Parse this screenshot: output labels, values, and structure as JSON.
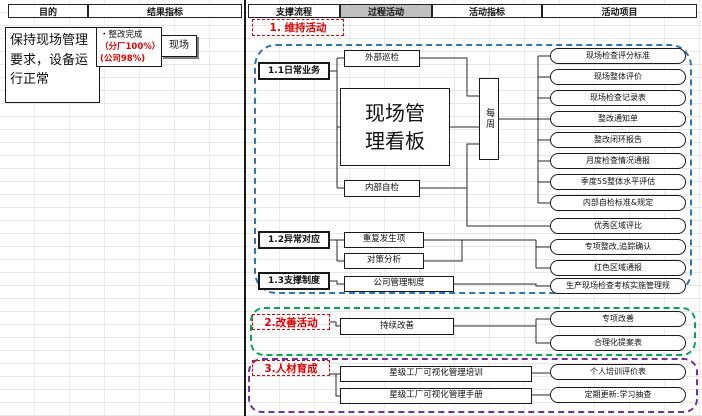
{
  "colors": {
    "accent_red": "#e00000",
    "maintain_outline_blue": "#2e75b6",
    "improve_outline_green": "#00a650",
    "talent_outline_purple": "#7030a0",
    "selected_header_gray": "#bfbfbf"
  },
  "header": {
    "purpose": "目的",
    "result_indicator": "结果指标",
    "support_process": "支撑流程",
    "process_activity": "过程活动",
    "activity_indicator": "活动指标",
    "activity_project": "活动项目"
  },
  "purpose": {
    "text": "保持现场管理要求，设备运行正常"
  },
  "result": {
    "line1": "・整改完成",
    "line2": "（分厂100%）",
    "line3": "(公司98%)",
    "site": "现场"
  },
  "section1": {
    "label": "1. 维持活动",
    "sub1": "1.1日常业务",
    "external": "外部巡检",
    "kanban": "现场管理看板",
    "weekly": "每周",
    "internal": "内部自检",
    "sub2": "1.2异常对应",
    "repeat": "重复发生项",
    "counter": "对策分析",
    "sub3": "1.3支撑制度",
    "company": "公司管理制度",
    "items": [
      "现场检查评分标准",
      "现场整体评价",
      "现场检查记录表",
      "整改通知单",
      "整改闭环报告",
      "月度检查情况通报",
      "季度5S整体水平评估",
      "内部自检标准&规定",
      "优秀区域评比",
      "专项整改,追踪确认",
      "红色区域通报",
      "生产现场检查考核实施管理规"
    ]
  },
  "section2": {
    "label": "2.改善活动",
    "continuous": "持续改善",
    "items": [
      "专项改善",
      "合理化提案表"
    ]
  },
  "section3": {
    "label": "3.人材育成",
    "training": "星级工厂可视化管理培训",
    "manual": "星级工厂可视化管理手册",
    "items": [
      "个人培训评价表",
      "定期更新:学习抽查"
    ]
  }
}
